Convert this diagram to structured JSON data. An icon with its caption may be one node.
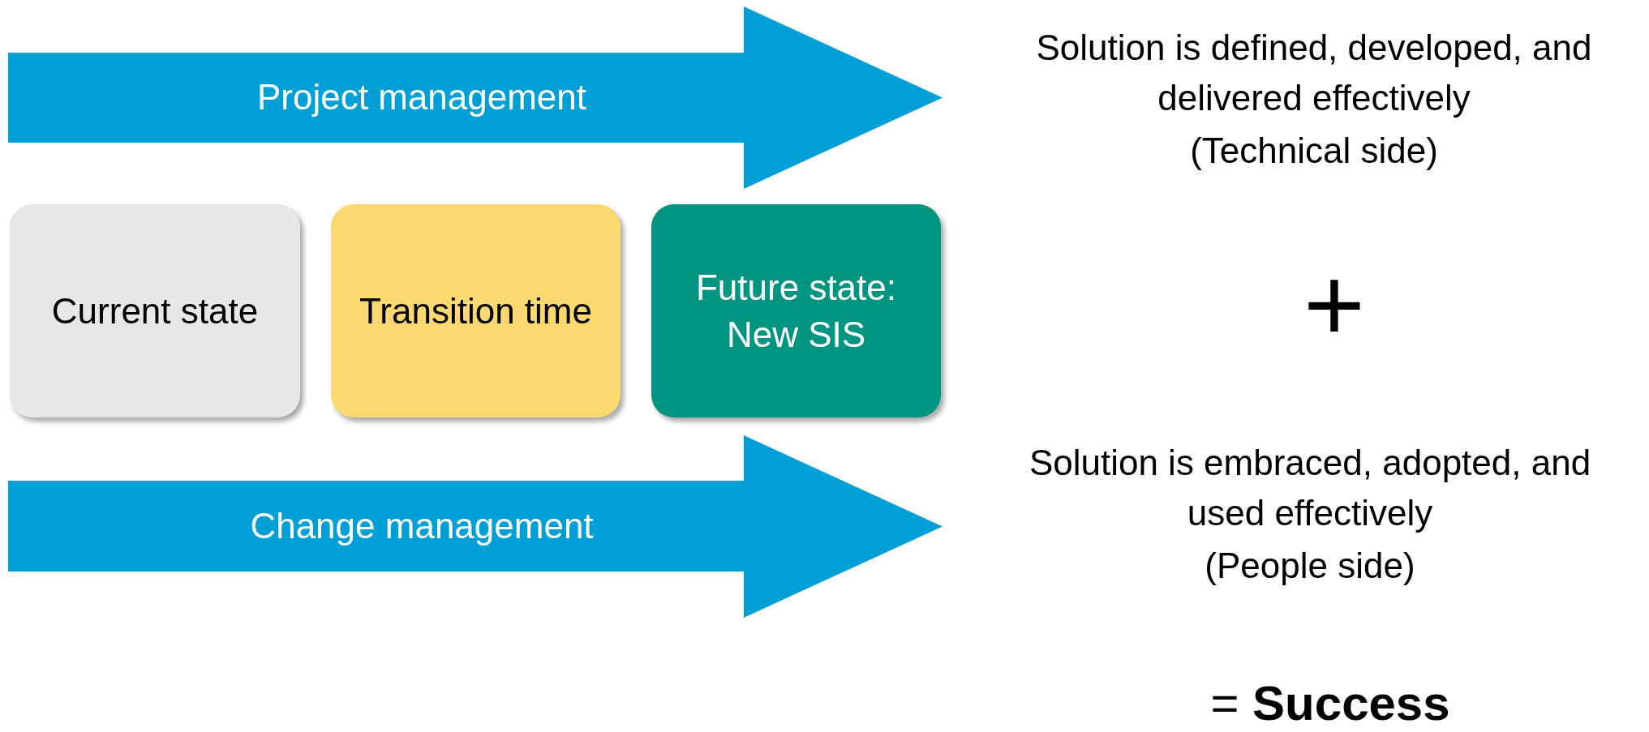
{
  "diagram": {
    "nodes": [
      {
        "text": [
          "Project management"
        ]
      },
      {
        "text": [
          "Current state"
        ]
      },
      {
        "text": [
          "Transition time"
        ]
      },
      {
        "text": [
          "Future state: New SIS"
        ]
      },
      {
        "text": [
          "Change management"
        ]
      }
    ],
    "labels": [
      "Solution is defined, developed, and delivered effectively",
      "(Technical side)",
      "+",
      "Solution is embraced, adopted, and used effectively",
      "(People side)",
      "= **Success**"
    ]
  }
}
